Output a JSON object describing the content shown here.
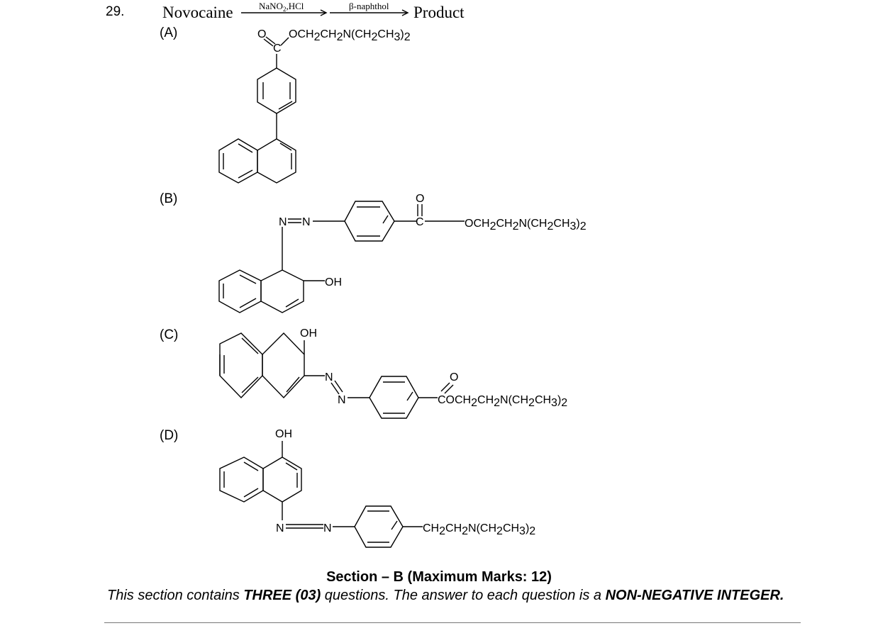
{
  "question": {
    "number": "29.",
    "reactant": "Novocaine",
    "reagent1_main": "NaNO",
    "reagent1_sub": "2",
    "reagent1_rest": ",HCl",
    "reagent2": "β-naphthol",
    "product": "Product"
  },
  "options": [
    {
      "label": "(A)",
      "o_atom": "O",
      "c_atom": "C",
      "ester_parts": [
        "OCH",
        "2",
        "CH",
        "2",
        "N(CH",
        "2",
        "CH",
        "3",
        ")",
        "2"
      ]
    },
    {
      "label": "(B)",
      "azo": "N",
      "azo2": "N",
      "o_atom": "O",
      "c_atom": "C",
      "oh": "OH",
      "ester_parts": [
        "OCH",
        "2",
        "CH",
        "2",
        "N(CH",
        "2",
        "CH",
        "3",
        ")",
        "2"
      ]
    },
    {
      "label": "(C)",
      "oh": "OH",
      "azo": "N",
      "azo2": "N",
      "o_atom": "O",
      "ester_parts": [
        "COCH",
        "2",
        "CH",
        "2",
        "N(CH",
        "2",
        "CH",
        "3",
        ")",
        "2"
      ]
    },
    {
      "label": "(D)",
      "oh": "OH",
      "azo": "N",
      "azo2": "N",
      "chain_parts": [
        "CH",
        "2",
        "CH",
        "2",
        "N(CH",
        "2",
        "CH",
        "3",
        ")",
        "2"
      ]
    }
  ],
  "section": {
    "title": "Section – B (Maximum Marks: 12)",
    "text_1": "This section contains ",
    "text_bold_1": "THREE (03)",
    "text_2": " questions. The answer to each question is a ",
    "text_bold_2": "NON-NEGATIVE INTEGER."
  }
}
